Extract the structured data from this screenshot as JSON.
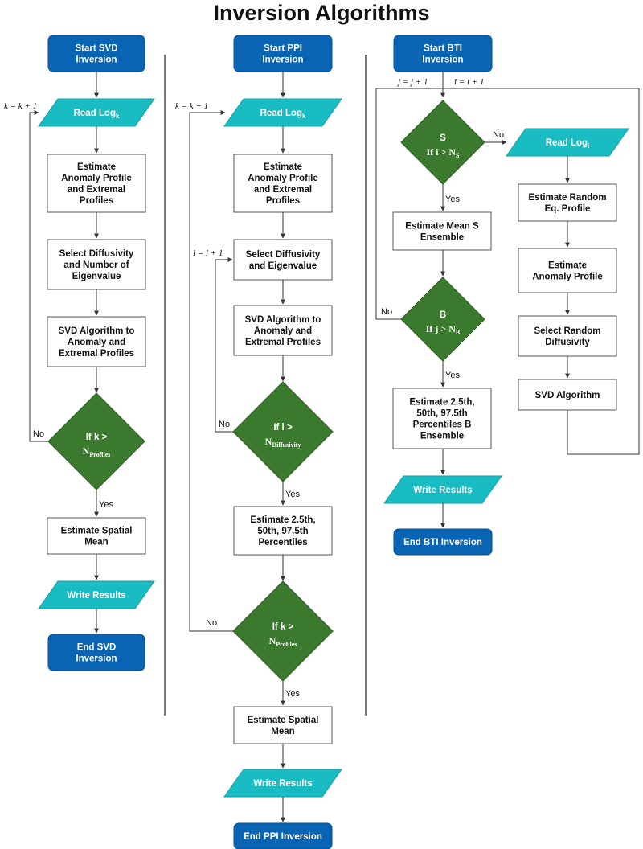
{
  "title": "Inversion Algorithms",
  "colors": {
    "terminal": "#0a64b4",
    "io": "#19bcc3",
    "decision": "#3b7a2e",
    "process": "#ffffff",
    "line": "#333333"
  },
  "svd": {
    "start": [
      "Start SVD",
      "Inversion"
    ],
    "read": "Read Log",
    "read_sub": "k",
    "counter": "k = k + 1",
    "estimate": [
      "Estimate",
      "Anomaly Profile",
      "and Extremal",
      "Profiles"
    ],
    "select": [
      "Select Diffusivity",
      "and Number of",
      "Eigenvalue"
    ],
    "algorithm": [
      "SVD Algorithm to",
      "Anomaly and",
      "Extremal Profiles"
    ],
    "decision": [
      "If k >",
      "N",
      "Profiles"
    ],
    "no": "No",
    "yes": "Yes",
    "spatial": [
      "Estimate Spatial",
      "Mean"
    ],
    "write": "Write Results",
    "end": [
      "End SVD",
      "Inversion"
    ]
  },
  "ppi": {
    "start": [
      "Start PPI",
      "Inversion"
    ],
    "read": "Read Log",
    "read_sub": "k",
    "counter_k": "k = k + 1",
    "counter_l": "l = l + 1",
    "estimate": [
      "Estimate",
      "Anomaly Profile",
      "and Extremal",
      "Profiles"
    ],
    "select": [
      "Select Diffusivity",
      "and Eigenvalue"
    ],
    "algorithm": [
      "SVD Algorithm to",
      "Anomaly and",
      "Extremal Profiles"
    ],
    "decision1": [
      "If l >",
      "N",
      "Diffusivity"
    ],
    "no1": "No",
    "yes1": "Yes",
    "percentiles": [
      "Estimate 2.5th,",
      "50th, 97.5th",
      "Percentiles"
    ],
    "decision2": [
      "If k >",
      "N",
      "Profiles"
    ],
    "no2": "No",
    "yes2": "Yes",
    "spatial": [
      "Estimate Spatial",
      "Mean"
    ],
    "write": "Write Results",
    "end": "End PPI Inversion"
  },
  "bti": {
    "start": [
      "Start BTI",
      "Inversion"
    ],
    "counter_j": "j = j + 1",
    "counter_i": "i = i + 1",
    "decision_s": [
      "S",
      "If i > N",
      "S"
    ],
    "no_s": "No",
    "yes_s": "Yes",
    "read": "Read Log",
    "read_sub": "i",
    "random_eq": [
      "Estimate Random",
      "Eq. Profile"
    ],
    "anomaly": [
      "Estimate",
      "Anomaly Profile"
    ],
    "random_diff": [
      "Select Random",
      "Diffusivity"
    ],
    "svd_alg": "SVD Algorithm",
    "mean_s": [
      "Estimate Mean S",
      "Ensemble"
    ],
    "decision_b": [
      "B",
      "If j > N",
      "B"
    ],
    "no_b": "No",
    "yes_b": "Yes",
    "percentiles": [
      "Estimate 2.5th,",
      "50th, 97.5th",
      "Percentiles B",
      "Ensemble"
    ],
    "write": "Write Results",
    "end": "End BTI Inversion"
  }
}
